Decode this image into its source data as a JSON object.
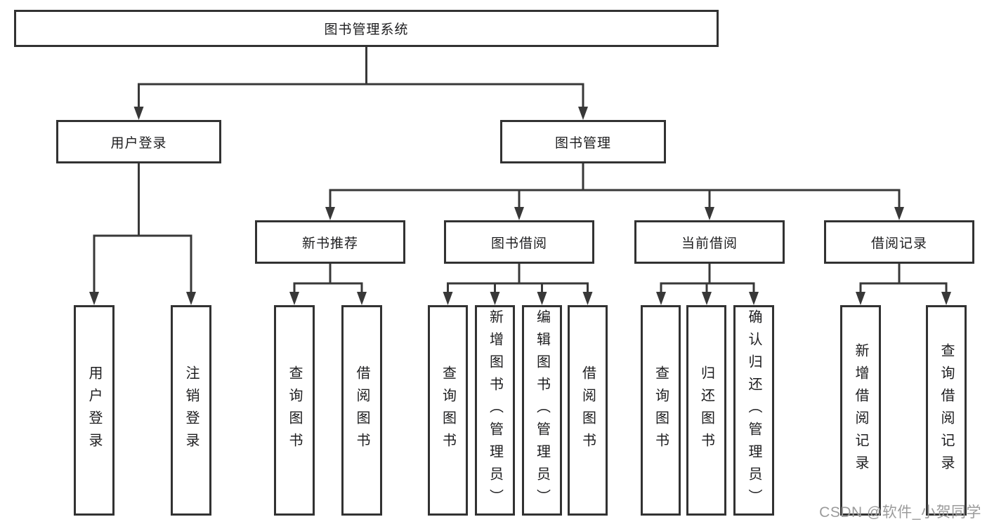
{
  "root_label": "图书管理系统",
  "level2": {
    "user_login": "用户登录",
    "book_mgmt": "图书管理"
  },
  "level3": {
    "new_books": "新书推荐",
    "borrowing": "图书借阅",
    "current": "当前借阅",
    "records": "借阅记录"
  },
  "leaves": {
    "user_login": [
      "用户登录",
      "注销登录"
    ],
    "new_books": [
      "查询图书",
      "借阅图书"
    ],
    "borrowing": [
      "查询图书",
      "新增图书（管理员）",
      "编辑图书（管理员）",
      "借阅图书"
    ],
    "current": [
      "查询图书",
      "归还图书",
      "确认归还（管理员）"
    ],
    "records": [
      "新增借阅记录",
      "查询借阅记录"
    ]
  },
  "watermark": "CSDN @软件_小贺同学",
  "colors": {
    "line": "#383838",
    "box_border": "#323232",
    "box_fill": "#ffffff",
    "text": "#1d1d1f",
    "watermark": "#9b9b9b",
    "background": "#ffffff"
  }
}
